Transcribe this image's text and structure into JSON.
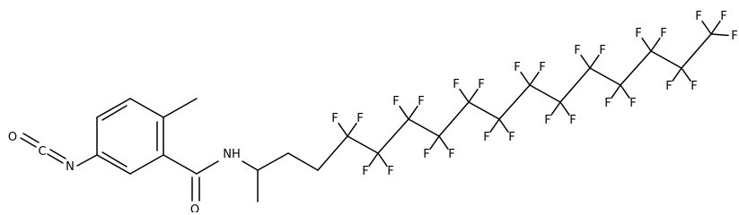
{
  "molecule": {
    "atoms": {
      "O_isocyanate": "O",
      "C_isocyanate": "C",
      "N_isocyanate": "N",
      "N_amide": "NH",
      "O_amide": "O"
    },
    "fluorine": "F"
  }
}
